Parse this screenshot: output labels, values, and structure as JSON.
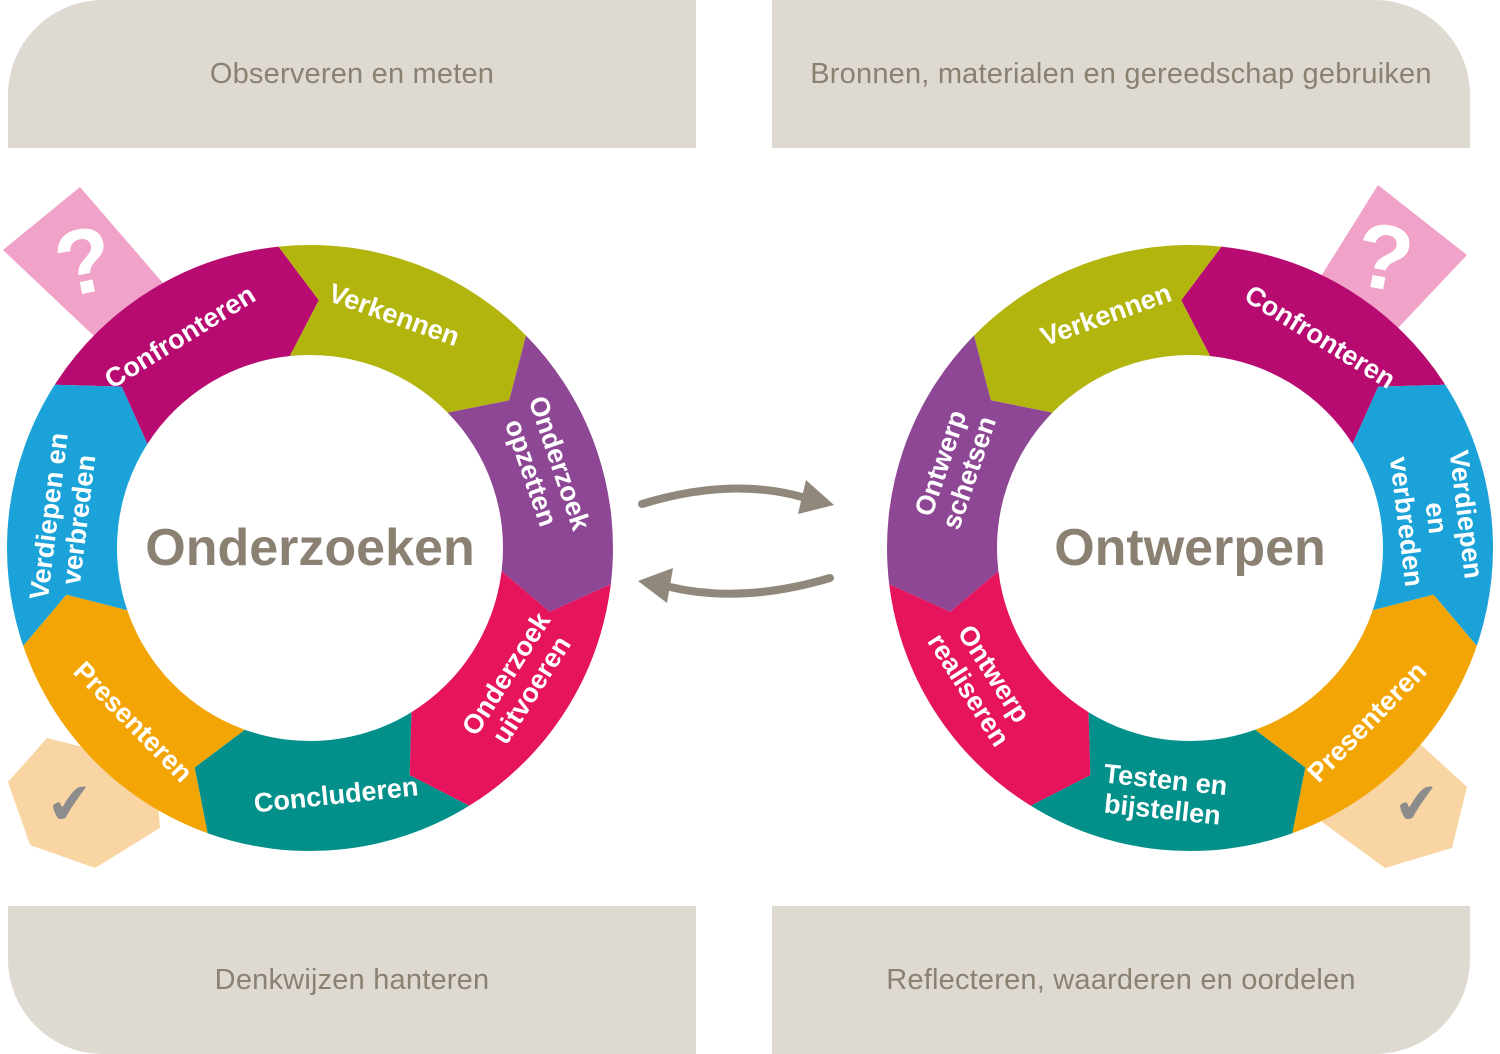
{
  "banners": {
    "top_left": "Observeren en meten",
    "top_right": "Bronnen, materialen en gereedschap gebruiken",
    "bottom_left": "Denkwijzen hanteren",
    "bottom_right": "Reflecteren, waarderen en oordelen"
  },
  "cycles": [
    {
      "title": "Onderzoeken",
      "direction": "clockwise",
      "segments": [
        {
          "label": "Confronteren",
          "color": "#b80b72"
        },
        {
          "label": "Verkennen",
          "color": "#b3b50f"
        },
        {
          "label": "Onderzoek\nopzetten",
          "color": "#8e4795"
        },
        {
          "label": "Onderzoek\nuitvoeren",
          "color": "#e6145c"
        },
        {
          "label": "Concluderen",
          "color": "#04908a"
        },
        {
          "label": "Presenteren",
          "color": "#f4a506"
        },
        {
          "label": "Verdiepen en\nverbreden",
          "color": "#1ba3d9"
        }
      ],
      "badges": {
        "question": "?",
        "check": "✔"
      }
    },
    {
      "title": "Ontwerpen",
      "direction": "counterclockwise",
      "segments": [
        {
          "label": "Confronteren",
          "color": "#b80b72"
        },
        {
          "label": "Verkennen",
          "color": "#b3b50f"
        },
        {
          "label": "Ontwerp\nschetsen",
          "color": "#8e4795"
        },
        {
          "label": "Ontwerp\nrealiseren",
          "color": "#e6145c"
        },
        {
          "label": "Testen en\nbijstellen",
          "color": "#04908a"
        },
        {
          "label": "Presenteren",
          "color": "#f4a506"
        },
        {
          "label": "Verdiepen en\nverbreden",
          "color": "#1ba3d9"
        }
      ],
      "badges": {
        "question": "?",
        "check": "✔"
      }
    }
  ],
  "colors": {
    "ribbon_pink": "#f0a2c8",
    "ribbon_tan": "#f8d5a3",
    "banner_bg": "#dedad2",
    "text_gray": "#8b8173",
    "arrow": "#8f887b",
    "check_gray": "#8c8c8c",
    "segment_label": "#ffffff"
  },
  "icons": {
    "question_ribbon": "question-mark-ribbon",
    "check_ribbon": "checkmark-ribbon",
    "exchange": "curved-swap-arrows"
  }
}
